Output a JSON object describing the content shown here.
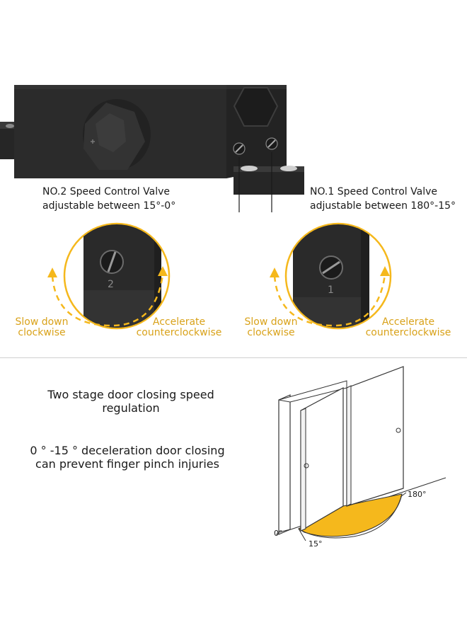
{
  "colors": {
    "accent": "#f5b81c",
    "body_dark": "#2b2b2b",
    "text": "#1a1a1a"
  },
  "valves": {
    "no2": {
      "title": "NO.2 Speed Control Valve",
      "range": "adjustable between 15°-0°",
      "detail_number": "2",
      "left_label_1": "Slow down",
      "left_label_2": "clockwise",
      "right_label_1": "Accelerate",
      "right_label_2": "counterclockwise"
    },
    "no1": {
      "title": "NO.1 Speed Control Valve",
      "range": "adjustable between 180°-15°",
      "detail_number": "1",
      "left_label_1": "Slow down",
      "left_label_2": "clockwise",
      "right_label_1": "Accelerate",
      "right_label_2": "counterclockwise"
    }
  },
  "features": {
    "line1": "Two stage door closing speed",
    "line2": "regulation",
    "line3": "0 ° -15 ° deceleration door closing",
    "line4": "can prevent finger pinch injuries"
  },
  "door_diagram": {
    "angle_open": "180°",
    "angle_closed": "0°",
    "angle_mid": "15°"
  },
  "icons": {
    "knob": "adjustment-knob-icon",
    "screw": "slotted-screw-icon",
    "arrow": "rotation-arrow-icon"
  }
}
